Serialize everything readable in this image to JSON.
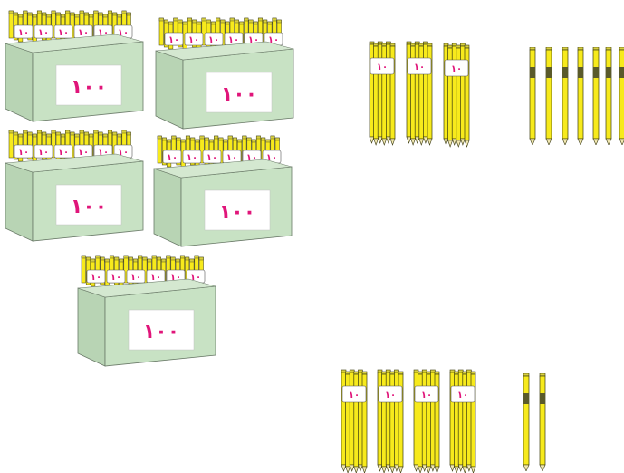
{
  "hundreds": {
    "box_label": "١٠٠",
    "bundle_band_label": "١٠",
    "count": 5
  },
  "tens_top": {
    "band_label": "١٠",
    "count": 3
  },
  "ones_top": {
    "count": 7
  },
  "tens_bottom": {
    "band_label": "١٠",
    "count": 4
  },
  "ones_bottom": {
    "count": 2
  },
  "colors": {
    "box_fill": "#c8e2c4",
    "box_stroke": "#6a7a68",
    "pencil_yellow": "#f7ea1c",
    "pencil_stroke": "#3a3a10",
    "label_pink": "#e0157a"
  }
}
